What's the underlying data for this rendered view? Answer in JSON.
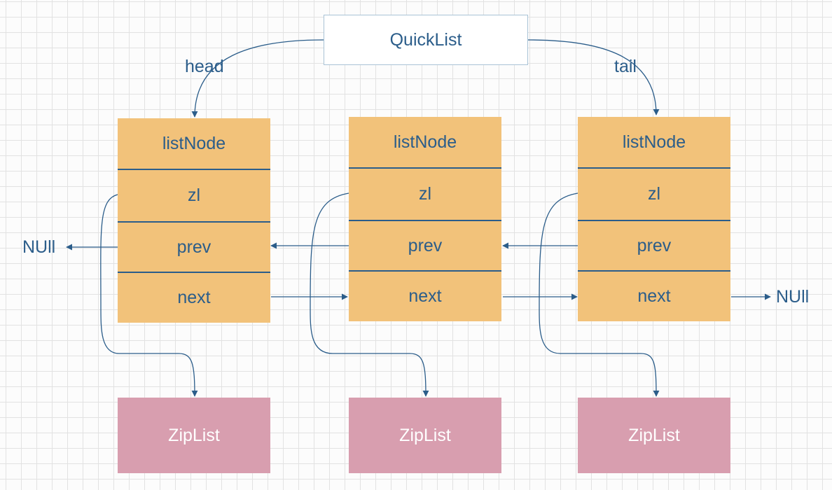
{
  "quicklist": {
    "label": "QuickList",
    "head_label": "head",
    "tail_label": "tail"
  },
  "nodes": [
    {
      "title": "listNode",
      "fields": [
        "zl",
        "prev",
        "next"
      ],
      "ziplist": "ZipList"
    },
    {
      "title": "listNode",
      "fields": [
        "zl",
        "prev",
        "next"
      ],
      "ziplist": "ZipList"
    },
    {
      "title": "listNode",
      "fields": [
        "zl",
        "prev",
        "next"
      ],
      "ziplist": "ZipList"
    }
  ],
  "null_left": "NUll",
  "null_right": "NUll",
  "colors": {
    "line": "#2b5d8a",
    "node_fill": "#f2c27a",
    "ziplist_fill": "#d89eaf",
    "grid": "#e2e2e2"
  }
}
